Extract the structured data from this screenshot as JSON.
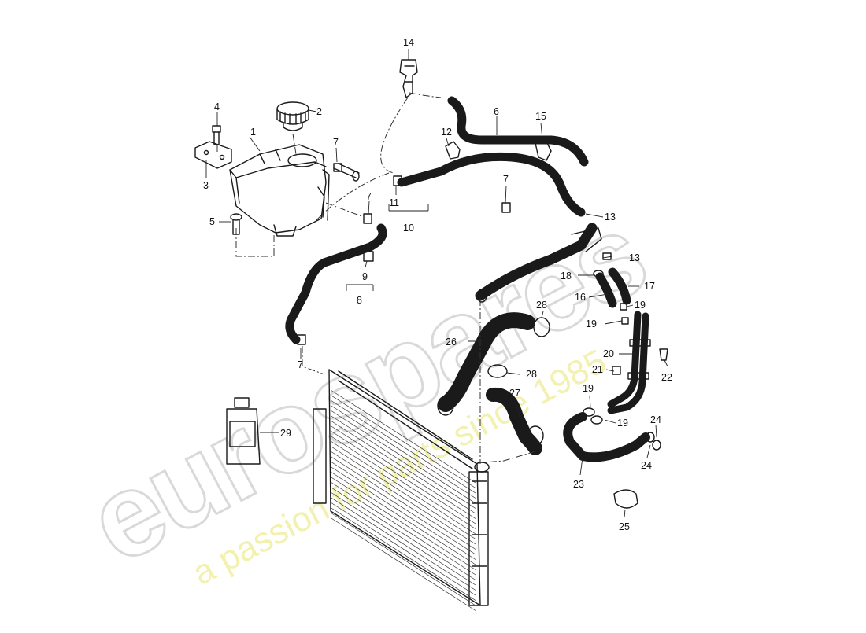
{
  "watermark": {
    "logo": "eurospares",
    "tagline": "a passion for parts since 1985",
    "logo_color": "#d9d9d9",
    "tagline_color": "#f3f1b0"
  },
  "callouts": {
    "c1": "1",
    "c2": "2",
    "c3": "3",
    "c4": "4",
    "c5": "5",
    "c6": "6",
    "c7a": "7",
    "c7b": "7",
    "c7c": "7",
    "c7d": "7",
    "c8": "8",
    "c9": "9",
    "c10": "10",
    "c11": "11",
    "c12": "12",
    "c13a": "13",
    "c13b": "13",
    "c14": "14",
    "c15": "15",
    "c16": "16",
    "c17": "17",
    "c18": "18",
    "c19a": "19",
    "c19b": "19",
    "c19c": "19",
    "c19d": "19",
    "c20": "20",
    "c21": "21",
    "c22": "22",
    "c23": "23",
    "c24a": "24",
    "c24b": "24",
    "c25": "25",
    "c26": "26",
    "c27": "27",
    "c28a": "28",
    "c28b": "28",
    "c29": "29"
  }
}
